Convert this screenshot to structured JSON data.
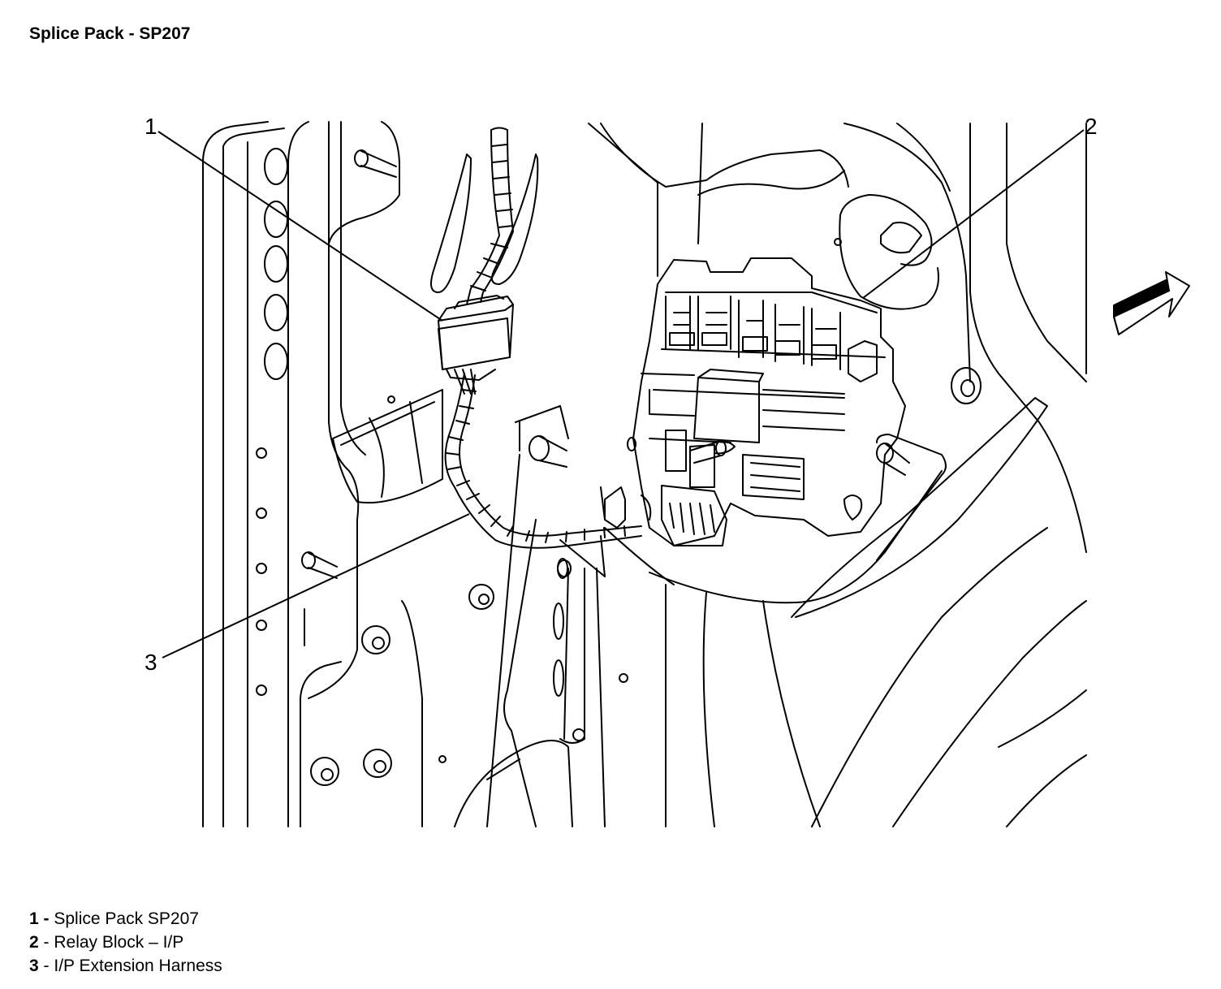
{
  "title": "Splice Pack - SP207",
  "callouts": [
    "1",
    "2",
    "3"
  ],
  "legend": [
    {
      "num": "1",
      "sep": " - ",
      "text": "Splice Pack SP207"
    },
    {
      "num": "2",
      "sep": " - ",
      "text": "Relay Block – I/P"
    },
    {
      "num": "3",
      "sep": " - ",
      "text": "I/P Extension Harness"
    }
  ],
  "icons": {
    "direction": "forward-arrow-icon"
  },
  "colors": {
    "line": "#000000",
    "background": "#ffffff"
  }
}
